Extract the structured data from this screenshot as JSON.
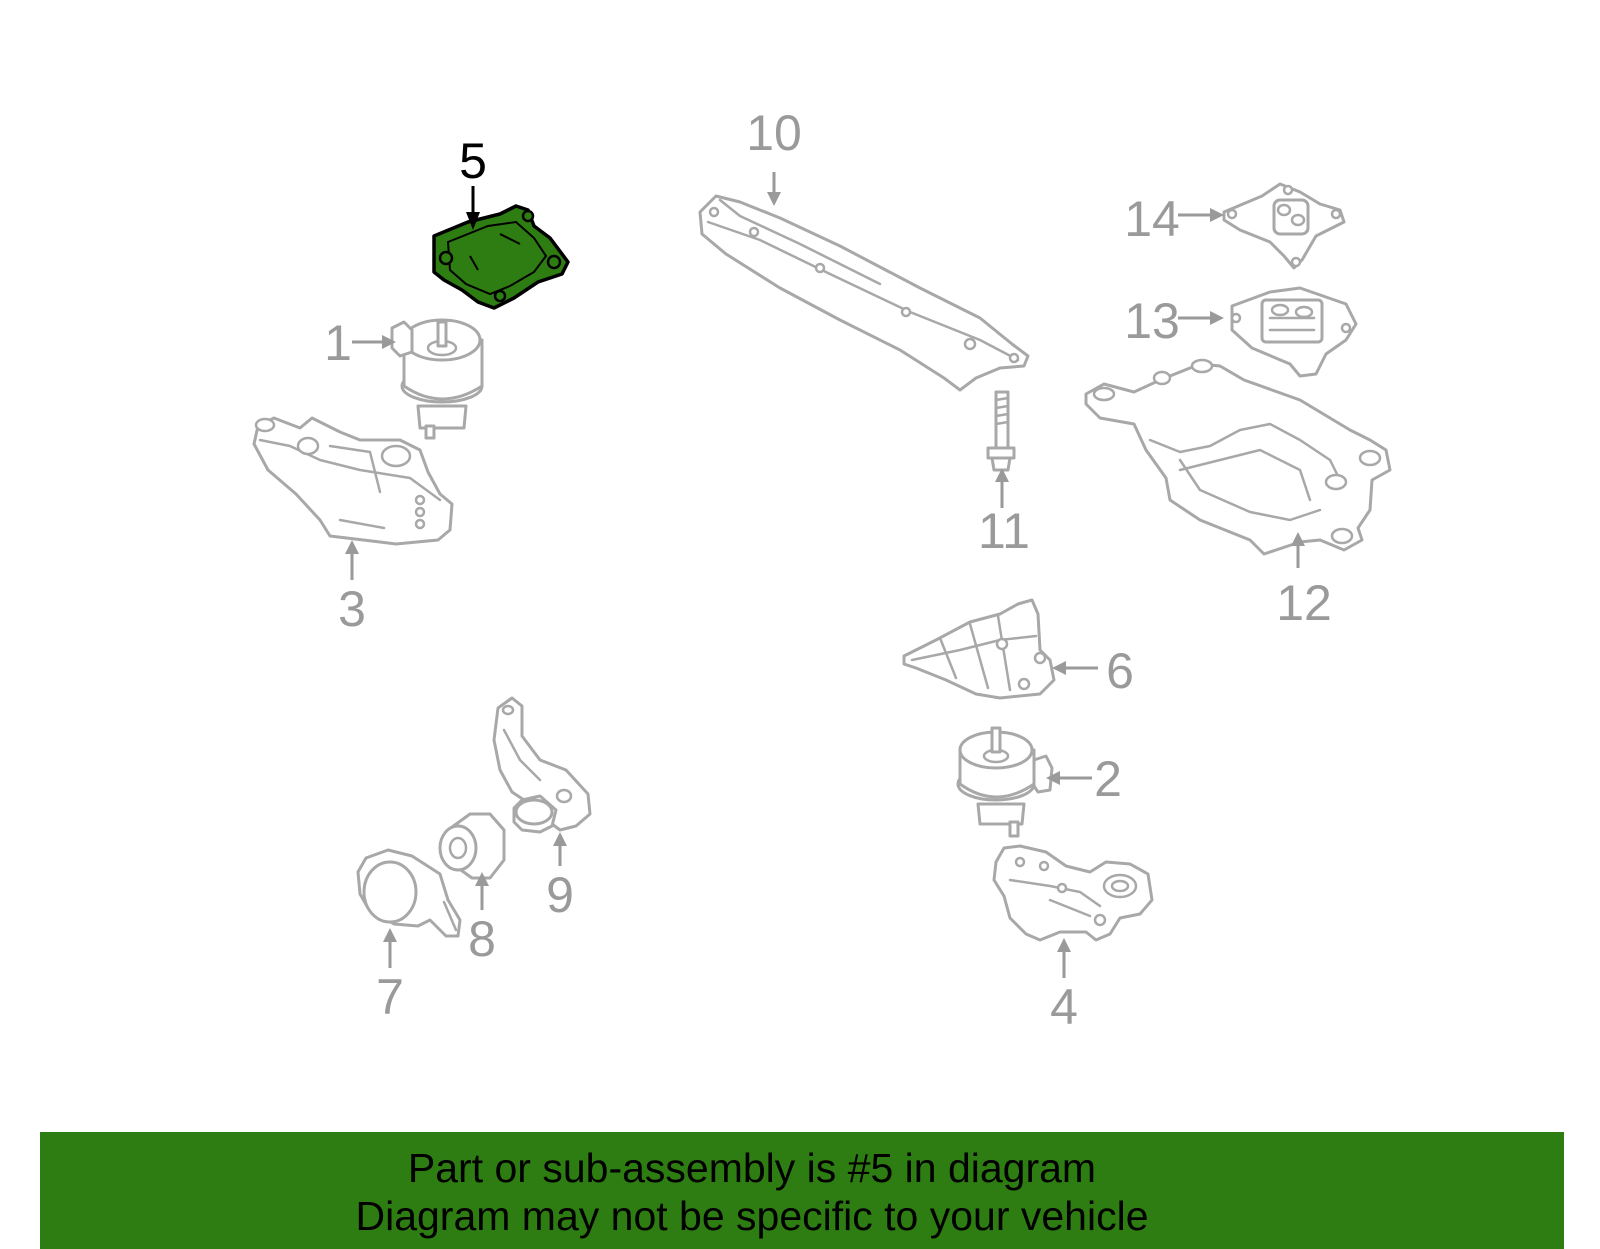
{
  "callouts": [
    {
      "id": "1",
      "label": "1"
    },
    {
      "id": "2",
      "label": "2"
    },
    {
      "id": "3",
      "label": "3"
    },
    {
      "id": "4",
      "label": "4"
    },
    {
      "id": "5",
      "label": "5",
      "highlighted": true
    },
    {
      "id": "6",
      "label": "6"
    },
    {
      "id": "7",
      "label": "7"
    },
    {
      "id": "8",
      "label": "8"
    },
    {
      "id": "9",
      "label": "9"
    },
    {
      "id": "10",
      "label": "10"
    },
    {
      "id": "11",
      "label": "11"
    },
    {
      "id": "12",
      "label": "12"
    },
    {
      "id": "13",
      "label": "13"
    },
    {
      "id": "14",
      "label": "14"
    }
  ],
  "highlighted_part": "5",
  "colors": {
    "highlight": "#2e7d12",
    "part_outline": "#a8a8a8",
    "label_gray": "#9a9a9a",
    "banner": "#2e7d12"
  },
  "banner": {
    "line1": "Part or sub-assembly is #5 in diagram",
    "line2": "Diagram may not be specific to your vehicle"
  }
}
